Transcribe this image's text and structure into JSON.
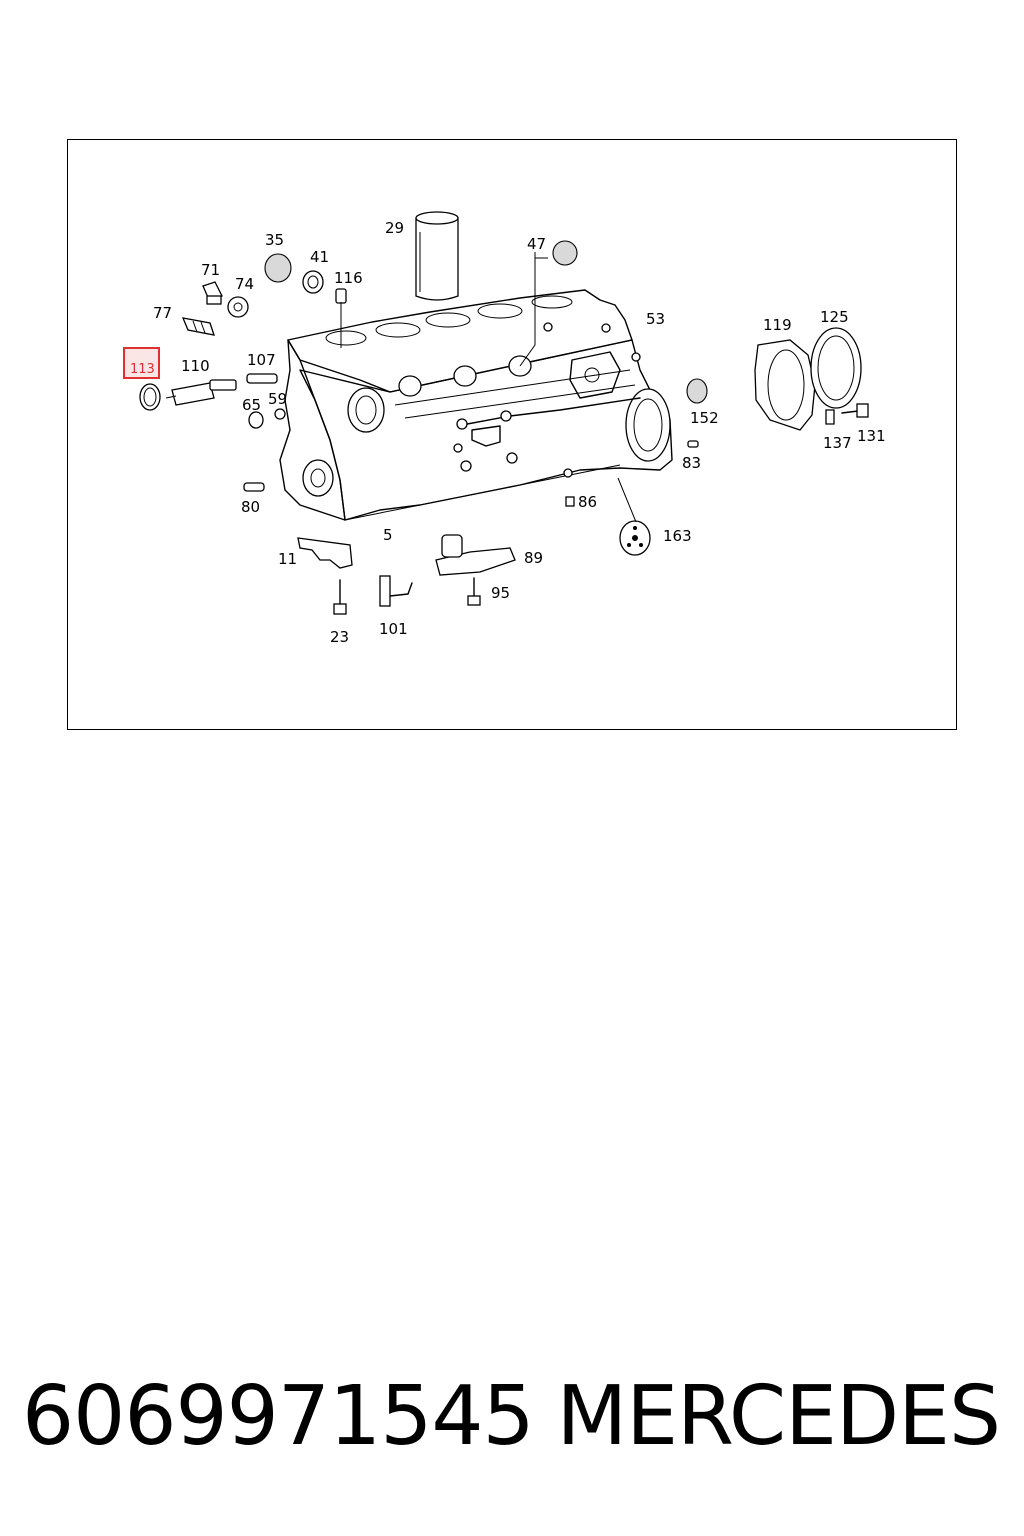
{
  "diagram": {
    "highlight_color": "#e03030",
    "highlighted_callout": "113",
    "callouts": {
      "c5": "5",
      "c11": "11",
      "c23": "23",
      "c29": "29",
      "c35": "35",
      "c41": "41",
      "c47": "47",
      "c53": "53",
      "c59": "59",
      "c65": "65",
      "c71": "71",
      "c74": "74",
      "c77": "77",
      "c80": "80",
      "c83": "83",
      "c86": "86",
      "c89": "89",
      "c95": "95",
      "c101": "101",
      "c107": "107",
      "c110": "110",
      "c113": "113",
      "c116": "116",
      "c119": "119",
      "c125": "125",
      "c131": "131",
      "c137": "137",
      "c152": "152",
      "c163": "163"
    }
  },
  "footer": {
    "part_number": "6069971545",
    "brand": "MERCEDES"
  }
}
